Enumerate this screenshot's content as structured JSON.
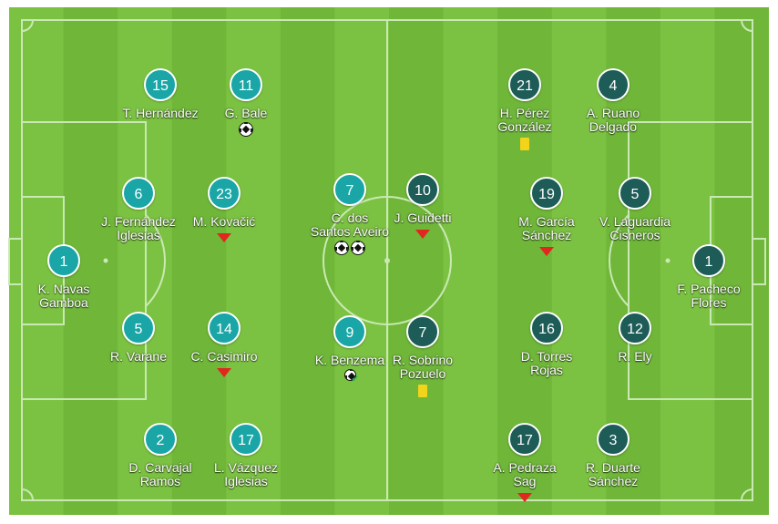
{
  "colors": {
    "grass_light": "#7cc242",
    "grass_dark": "#6fb639",
    "lines": "#c9e9b4",
    "home_badge": "#1aa6a6",
    "away_badge": "#1e5c58",
    "sub_off_arrow": "#e0261e",
    "yellow_card": "#f2d41a"
  },
  "home_players": [
    {
      "number": "15",
      "name": [
        "T. Hernández"
      ],
      "events": []
    },
    {
      "number": "11",
      "name": [
        "G. Bale"
      ],
      "events": [
        "goal"
      ]
    },
    {
      "number": "6",
      "name": [
        "J. Fernández",
        "Iglesias"
      ],
      "events": []
    },
    {
      "number": "23",
      "name": [
        "M. Kovačić"
      ],
      "events": [
        "sub-off"
      ]
    },
    {
      "number": "1",
      "name": [
        "K. Navas",
        "Gamboa"
      ],
      "events": []
    },
    {
      "number": "5",
      "name": [
        "R. Varane"
      ],
      "events": []
    },
    {
      "number": "14",
      "name": [
        "C. Casimiro"
      ],
      "events": [
        "sub-off"
      ]
    },
    {
      "number": "2",
      "name": [
        "D. Carvajal",
        "Ramos"
      ],
      "events": []
    },
    {
      "number": "17",
      "name": [
        "L. Vázquez",
        "Iglesias"
      ],
      "events": []
    },
    {
      "number": "7",
      "name": [
        "C. dos",
        "Santos Aveiro"
      ],
      "events": [
        "goal",
        "goal"
      ]
    },
    {
      "number": "9",
      "name": [
        "K. Benzema"
      ],
      "events": [
        "goal-check"
      ]
    }
  ],
  "away_players": [
    {
      "number": "10",
      "name": [
        "J. Guidetti"
      ],
      "events": [
        "sub-off"
      ]
    },
    {
      "number": "7",
      "name": [
        "R. Sobrino",
        "Pozuelo"
      ],
      "events": [
        "yellow"
      ]
    },
    {
      "number": "21",
      "name": [
        "H. Pérez",
        "González"
      ],
      "events": [
        "yellow"
      ]
    },
    {
      "number": "4",
      "name": [
        "A. Ruano",
        "Delgado"
      ],
      "events": []
    },
    {
      "number": "19",
      "name": [
        "M. García",
        "Sánchez"
      ],
      "events": [
        "sub-off"
      ]
    },
    {
      "number": "5",
      "name": [
        "V. Laguardia",
        "Cisneros"
      ],
      "events": []
    },
    {
      "number": "1",
      "name": [
        "F. Pacheco",
        "Flores"
      ],
      "events": []
    },
    {
      "number": "16",
      "name": [
        "D. Torres",
        "Rojas"
      ],
      "events": []
    },
    {
      "number": "12",
      "name": [
        "R. Ely"
      ],
      "events": []
    },
    {
      "number": "17",
      "name": [
        "A. Pedraza",
        "Sag"
      ],
      "events": [
        "sub-off"
      ]
    },
    {
      "number": "3",
      "name": [
        "R. Duarte",
        "Sánchez"
      ],
      "events": []
    }
  ]
}
